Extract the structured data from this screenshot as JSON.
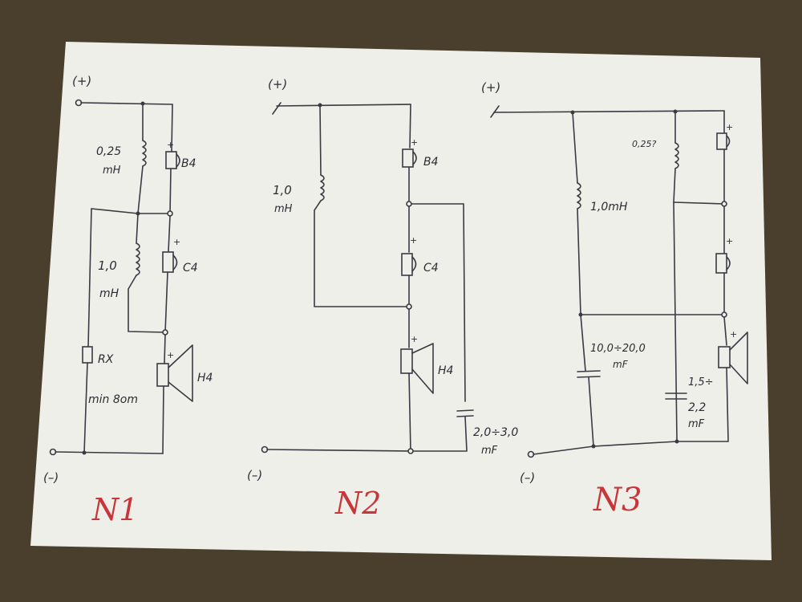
{
  "diagrams": [
    {
      "id": "n1",
      "number": "N1",
      "terminal_plus": "(+)",
      "terminal_minus": "(–)",
      "components": {
        "inductor_top": {
          "value": "0,25",
          "unit": "mH"
        },
        "inductor_mid": {
          "value": "1,0",
          "unit": "mH"
        },
        "tweeter": "B4",
        "midrange": "C4",
        "woofer": "H4",
        "resistor": "RX",
        "resistor_note": "min 8om"
      }
    },
    {
      "id": "n2",
      "number": "N2",
      "terminal_plus": "(+)",
      "terminal_minus": "(–)",
      "components": {
        "inductor": {
          "value": "1,0",
          "unit": "mH"
        },
        "tweeter": "B4",
        "midrange": "C4",
        "woofer": "H4",
        "capacitor": {
          "value": "2,0÷3,0",
          "unit": "mF"
        }
      }
    },
    {
      "id": "n3",
      "number": "N3",
      "terminal_plus": "(+)",
      "terminal_minus": "(–)",
      "components": {
        "inductor_left": "1,0mH",
        "inductor_right": "0,25?",
        "capacitor_left": {
          "value": "10,0÷20,0",
          "unit": "mF"
        },
        "capacitor_right": {
          "value_top": "1,5÷",
          "value_bottom": "2,2",
          "unit": "mF"
        },
        "speaker_top_polarity": "+",
        "speaker_mid_polarity": "+",
        "speaker_bottom_polarity": "+"
      }
    }
  ],
  "colors": {
    "paper": "#efefea",
    "ink": "#3a3a44",
    "red_ink": "#c8363a",
    "table": "#4a3e2c"
  }
}
